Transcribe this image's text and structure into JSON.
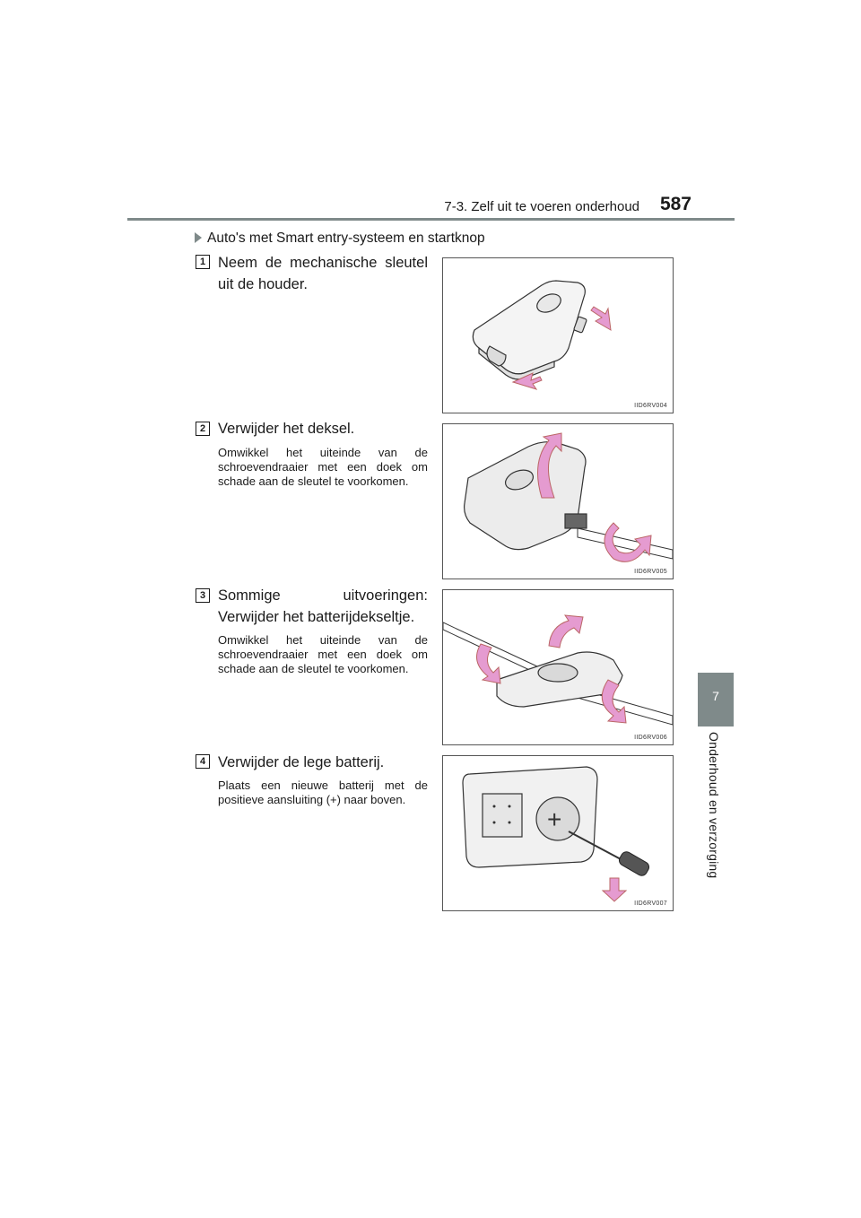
{
  "header": {
    "section": "7-3. Zelf uit te voeren onderhoud",
    "page_number": "587"
  },
  "side_tab": {
    "number": "7",
    "label": "Onderhoud en verzorging"
  },
  "subtitle": "Auto's met Smart entry-systeem en startknop",
  "steps": [
    {
      "number": "1",
      "title": "Neem de mechanische sleutel uit de houder.",
      "description": "",
      "figure_code": "IID6RV004"
    },
    {
      "number": "2",
      "title": "Verwijder het deksel.",
      "description": "Omwikkel het uiteinde van de schroevendraaier met een doek om schade aan de sleutel te voorkomen.",
      "figure_code": "IID6RV005"
    },
    {
      "number": "3",
      "title": "Sommige uitvoeringen: Verwijder het batterijdekseltje.",
      "description": "Omwikkel het uiteinde van de schroevendraaier met een doek om schade aan de sleutel te voorkomen.",
      "figure_code": "IID6RV006"
    },
    {
      "number": "4",
      "title": "Verwijder de lege batterij.",
      "description": "Plaats een nieuwe batterij met de positieve aansluiting (+) naar boven.",
      "figure_code": "IID6RV007"
    }
  ],
  "colors": {
    "accent_gray": "#7f8a8a",
    "arrow_pink": "#e59bd0",
    "text": "#1a1a1a"
  }
}
